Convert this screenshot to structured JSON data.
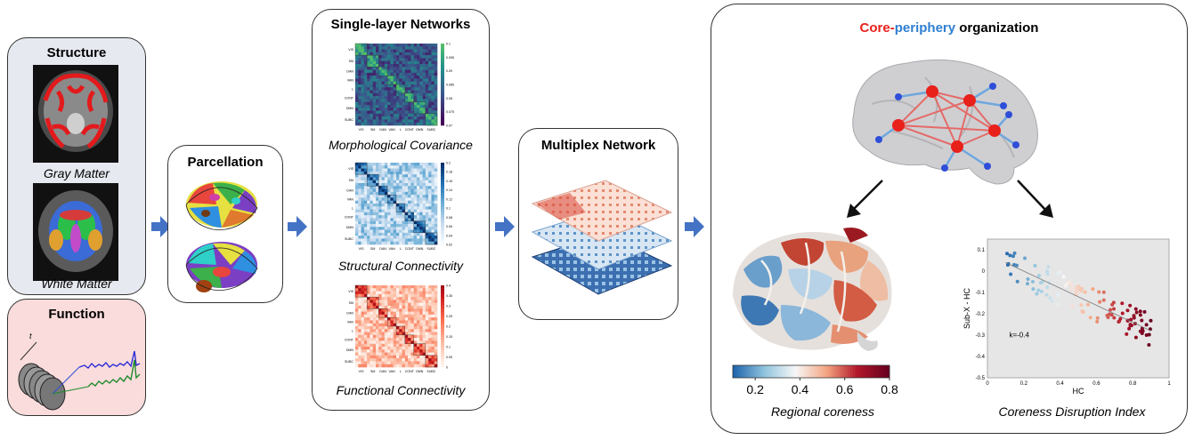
{
  "structure": {
    "title": "Structure",
    "gray_matter_label": "Gray Matter",
    "white_matter_label": "White Matter"
  },
  "function": {
    "title": "Function",
    "time_axis_label": "t"
  },
  "parcellation": {
    "title": "Parcellation"
  },
  "single_layer": {
    "title": "Single-layer Networks",
    "morph_label": "Morphological Covariance",
    "struct_label": "Structural Connectivity",
    "func_label": "Functional Connectivity",
    "row_ticks": [
      "VIS",
      "SM",
      "DAN",
      "VAN",
      "L",
      "CONT",
      "DMN",
      "SUBC"
    ],
    "col_ticks": [
      "VIS",
      "SM",
      "DAN",
      "VAN",
      "L",
      "CONT",
      "DMN",
      "SUBC"
    ],
    "morph_colorbar": [
      "0.1",
      "0.095",
      "0.09",
      "0.085",
      "0.08",
      "0.075",
      "0.07"
    ],
    "struct_colorbar": [
      "0.2",
      "0.18",
      "0.16",
      "0.14",
      "0.12",
      "0.1",
      "0.08",
      "0.06",
      "0.04",
      "0.02"
    ],
    "func_colorbar": [
      "0.4",
      "0.35",
      "0.3",
      "0.25",
      "0.2",
      "0.15",
      "0.1",
      "0.05",
      "0"
    ]
  },
  "multiplex": {
    "title": "Multiplex Network"
  },
  "core_periphery": {
    "title_core": "Core",
    "title_dash": "-",
    "title_periphery": "periphery",
    "title_rest": " organization",
    "regional_label": "Regional coreness",
    "cdi_label": "Coreness Disruption Index",
    "colorbar_ticks": [
      "0.2",
      "0.4",
      "0.6",
      "0.8"
    ]
  },
  "scatter": {
    "xlabel": "HC",
    "ylabel": "Sub-X - HC",
    "annotation": "k=-0.4",
    "xticks": [
      "0",
      "0.2",
      "0.4",
      "0.6",
      "0.8",
      "1"
    ],
    "yticks": [
      "0.1",
      "0",
      "-0.1",
      "-0.2",
      "-0.3",
      "-0.4",
      "-0.5"
    ]
  },
  "colors": {
    "core": "#e8211b",
    "periphery": "#2f7fd1",
    "arrow_blue": "#4472c4",
    "structure_bg": "#e6e9f0",
    "function_bg": "#fadcdc"
  }
}
